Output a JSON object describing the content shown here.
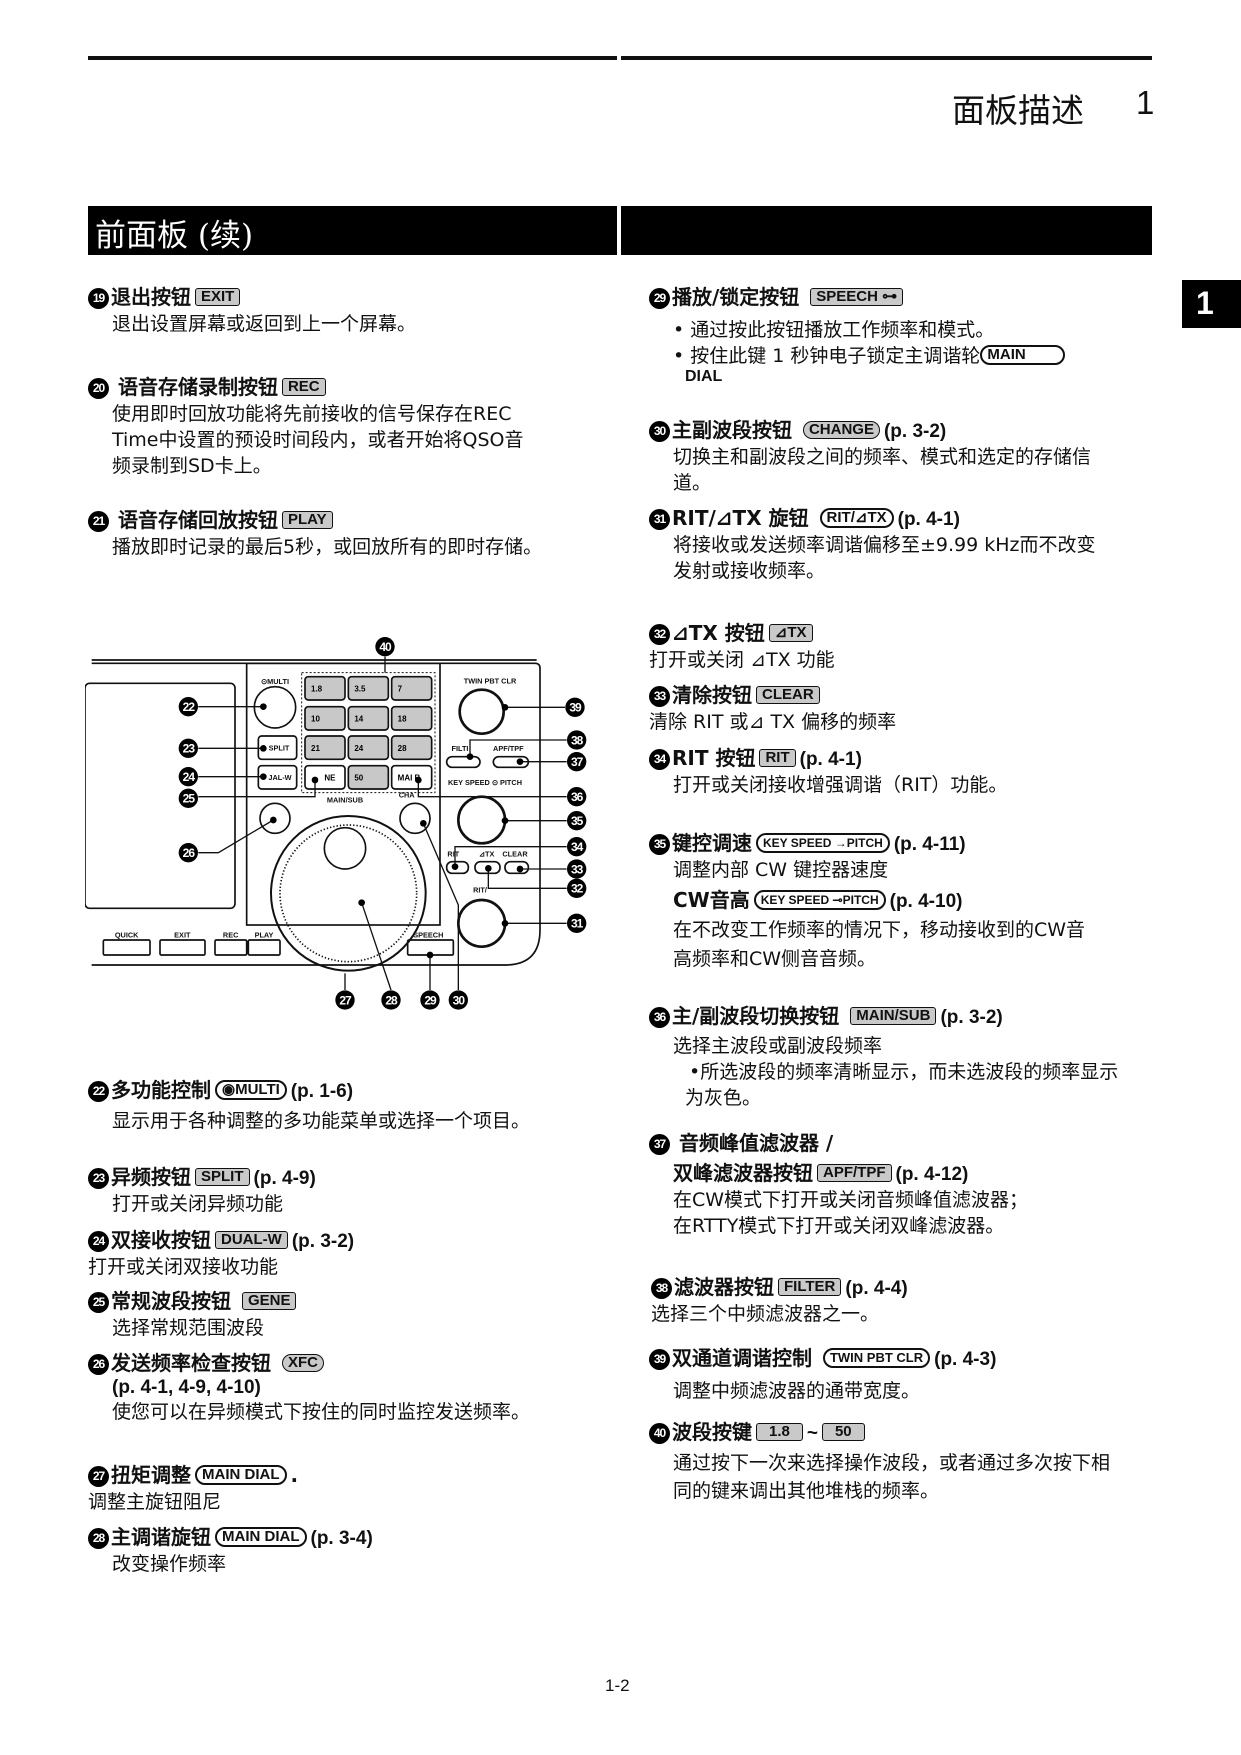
{
  "header": {
    "section_title": "面板描述",
    "chapter": "1"
  },
  "banner": {
    "title": "前面板 (续)"
  },
  "side_tab": "1",
  "footer": {
    "page": "1-2"
  },
  "left": {
    "i19": {
      "num": "19",
      "title": "退出按钮",
      "key": "EXIT",
      "lines": [
        "退出设置屏幕或返回到上一个屏幕。"
      ]
    },
    "i20": {
      "num": "20",
      "title": "语音存储录制按钮",
      "key": "REC",
      "lines": [
        "使用即时回放功能将先前接收的信号保存在REC",
        "Time中设置的预设时间段内，或者开始将QSO音",
        "频录制到SD卡上。"
      ]
    },
    "i21": {
      "num": "21",
      "title": "语音存储回放按钮",
      "key": "PLAY",
      "lines": [
        "播放即时记录的最后5秒，或回放所有的即时存储。"
      ]
    },
    "i22": {
      "num": "22",
      "title": "多功能控制",
      "key": "◉MULTI",
      "ref": "(p. 1-6)",
      "lines": [
        "显示用于各种调整的多功能菜单或选择一个项目。"
      ]
    },
    "i23": {
      "num": "23",
      "title": "异频按钮",
      "key": "SPLIT",
      "ref": "(p. 4-9)",
      "lines": [
        "打开或关闭异频功能"
      ]
    },
    "i24": {
      "num": "24",
      "title": "双接收按钮",
      "key": "DUAL-W",
      "ref": "(p. 3-2)",
      "lines": [
        "打开或关闭双接收功能"
      ]
    },
    "i25": {
      "num": "25",
      "title": "常规波段按钮",
      "key": "GENE",
      "lines": [
        "选择常规范围波段"
      ]
    },
    "i26": {
      "num": "26",
      "title": "发送频率检查按钮",
      "key": "XFC",
      "ref": "(p. 4-1, 4-9, 4-10)",
      "lines": [
        "使您可以在异频模式下按住的同时监控发送频率。"
      ]
    },
    "i27": {
      "num": "27",
      "title": "扭矩调整",
      "key": "MAIN DIAL",
      "suffix": ".",
      "lines": [
        "调整主旋钮阻尼"
      ]
    },
    "i28": {
      "num": "28",
      "title": "主调谐旋钮",
      "key": "MAIN DIAL",
      "ref": "(p. 3-4)",
      "lines": [
        "改变操作频率"
      ]
    }
  },
  "right": {
    "i29": {
      "num": "29",
      "title": "播放/锁定按钮",
      "key": "SPEECH ⊶",
      "bullets": [
        "通过按此按钮播放工作频率和模式。",
        "按住此键 1 秒钟电子锁定主调谐轮"
      ],
      "key2": "MAIN",
      "key2_cont": "DIAL"
    },
    "i30": {
      "num": "30",
      "title": "主副波段按钮",
      "key": "CHANGE",
      "ref": "(p. 3-2)",
      "lines": [
        "切换主和副波段之间的频率、模式和选定的存储信",
        "道。"
      ]
    },
    "i31": {
      "num": "31",
      "title": "RIT/⊿TX 旋钮",
      "key": "RIT/⊿TX",
      "ref": "(p. 4-1)",
      "lines": [
        "将接收或发送频率调谐偏移至±9.99 kHz而不改变",
        "发射或接收频率。"
      ]
    },
    "i32": {
      "num": "32",
      "title": "⊿TX 按钮",
      "key": "⊿TX",
      "lines": [
        "打开或关闭  ⊿TX 功能"
      ]
    },
    "i33": {
      "num": "33",
      "title": "清除按钮",
      "key": "CLEAR",
      "lines": [
        "清除 RIT 或⊿ TX 偏移的频率"
      ]
    },
    "i34": {
      "num": "34",
      "title": "RIT 按钮",
      "key": "RIT",
      "ref": "(p. 4-1)",
      "lines": [
        "打开或关闭接收增强调谐（RIT）功能。"
      ]
    },
    "i35": {
      "num": "35",
      "title": "键控调速",
      "key": "KEY SPEED →PITCH",
      "ref": "(p. 4-11)",
      "lines": [
        "调整内部 CW 键控器速度"
      ],
      "sub_title": "CW音高",
      "sub_key": "KEY SPEED ⊸PITCH",
      "sub_ref": "(p. 4-10)",
      "sub_lines": [
        "在不改变工作频率的情况下，移动接收到的CW音",
        "高频率和CW侧音音频。"
      ]
    },
    "i36": {
      "num": "36",
      "title": "主/副波段切换按钮",
      "key": "MAIN/SUB",
      "ref": "(p. 3-2)",
      "lines": [
        "选择主波段或副波段频率"
      ],
      "bullet": "•所选波段的频率清晰显示，而未选波段的频率显示",
      "bullet_cont": "为灰色。"
    },
    "i37": {
      "num": "37",
      "title": "音频峰值滤波器 /",
      "title2": "双峰滤波器按钮",
      "key": "APF/TPF",
      "ref": "(p. 4-12)",
      "lines": [
        "在CW模式下打开或关闭音频峰值滤波器；",
        "在RTTY模式下打开或关闭双峰滤波器。"
      ]
    },
    "i38": {
      "num": "38",
      "title": "滤波器按钮",
      "key": "FILTER",
      "ref": "(p. 4-4)",
      "lines": [
        "选择三个中频滤波器之一。"
      ]
    },
    "i39": {
      "num": "39",
      "title": "双通道调谐控制",
      "key": "TWIN PBT CLR",
      "ref": "(p. 4-3)",
      "lines": [
        "调整中频滤波器的通带宽度。"
      ]
    },
    "i40": {
      "num": "40",
      "title": "波段按键",
      "key": "1.8",
      "tilde": "~",
      "key2": "50",
      "lines": [
        "通过按下一次来选择操作波段，或者通过多次按下相",
        "同的键来调出其他堆栈的频率。"
      ]
    }
  },
  "diagram": {
    "labels": {
      "multi": "⊙MULTI",
      "twin": "TWIN PBT CLR",
      "filter": "FILTI",
      "apf": "APF/TPF",
      "keyspeed": "KEY SPEED ⊙ PITCH",
      "rit": "RIT",
      "dtx": "⊿TX",
      "clear": "CLEAR",
      "ritdtx": "RIT/",
      "mainsub": "MAIN/SUB",
      "cha": "CHA",
      "split": "SPLIT",
      "dualw": "JAL-W",
      "quick": "QUICK",
      "exit": "EXIT",
      "rec": "REC",
      "play": "PLAY",
      "speech": "SPEECH"
    },
    "band_keys": [
      "1.8",
      "3.5",
      "7",
      "10",
      "14",
      "18",
      "21",
      "24",
      "28",
      "NE",
      "50",
      "MAI B"
    ],
    "callouts": [
      "22",
      "23",
      "24",
      "25",
      "26",
      "27",
      "28",
      "29",
      "30",
      "31",
      "32",
      "33",
      "34",
      "35",
      "36",
      "37",
      "38",
      "39",
      "40"
    ]
  }
}
